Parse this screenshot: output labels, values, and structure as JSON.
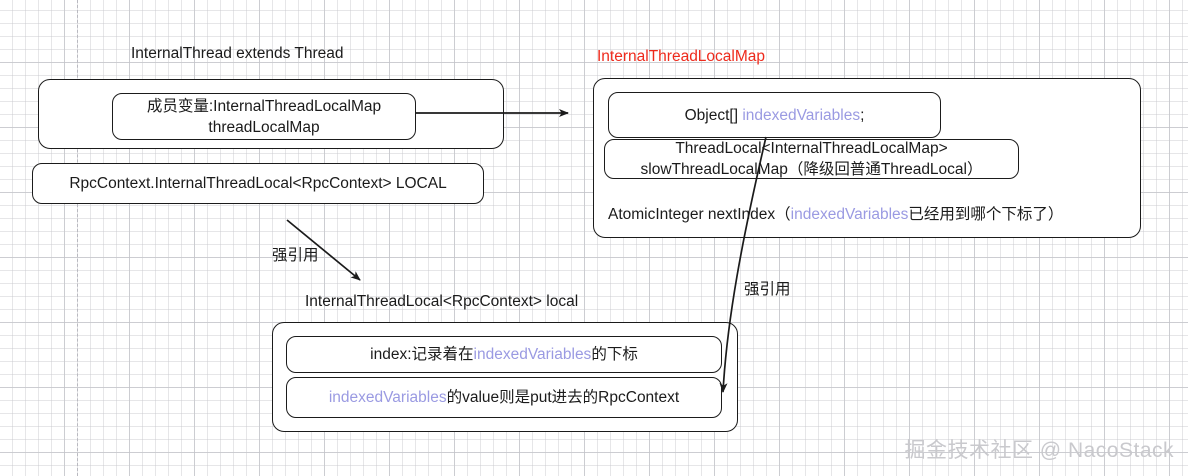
{
  "diagram": {
    "title_left": "InternalThread extends Thread",
    "title_right": "InternalThreadLocalMap",
    "title_bottom": "InternalThreadLocal<RpcContext> local",
    "colors": {
      "accent_red": "#ee2a1c",
      "accent_purple": "#9a9ae2",
      "stroke": "#1b1b1b",
      "grid": "#c8c8cd",
      "watermark": "#c9c9cd"
    },
    "left_panel": {
      "member_box": {
        "line1": "成员变量:InternalThreadLocalMap",
        "line2_red": "threadLocalMap"
      },
      "local_box": "RpcContext.InternalThreadLocal<RpcContext> LOCAL"
    },
    "right_panel": {
      "indexed_box": {
        "prefix": "Object[] ",
        "purple": "indexedVariables",
        "suffix": ";"
      },
      "slow_box": {
        "line1": "ThreadLocal<InternalThreadLocalMap>",
        "line2": "slowThreadLocalMap（降级回普通ThreadLocal）"
      },
      "next_index": {
        "prefix": "AtomicInteger nextIndex（",
        "purple": "indexedVariables",
        "suffix": "已经用到哪个下标了）"
      }
    },
    "bottom_panel": {
      "index_row": {
        "prefix": "index:记录着在",
        "purple": "indexedVariables",
        "suffix": "的下标"
      },
      "value_row": {
        "purple": "indexedVariables",
        "suffix": "的value则是put进去的RpcContext"
      }
    },
    "arrows": {
      "strong_ref_left": "强引用",
      "strong_ref_right": "强引用"
    },
    "watermark": "掘金技术社区 @ NacoStack"
  }
}
